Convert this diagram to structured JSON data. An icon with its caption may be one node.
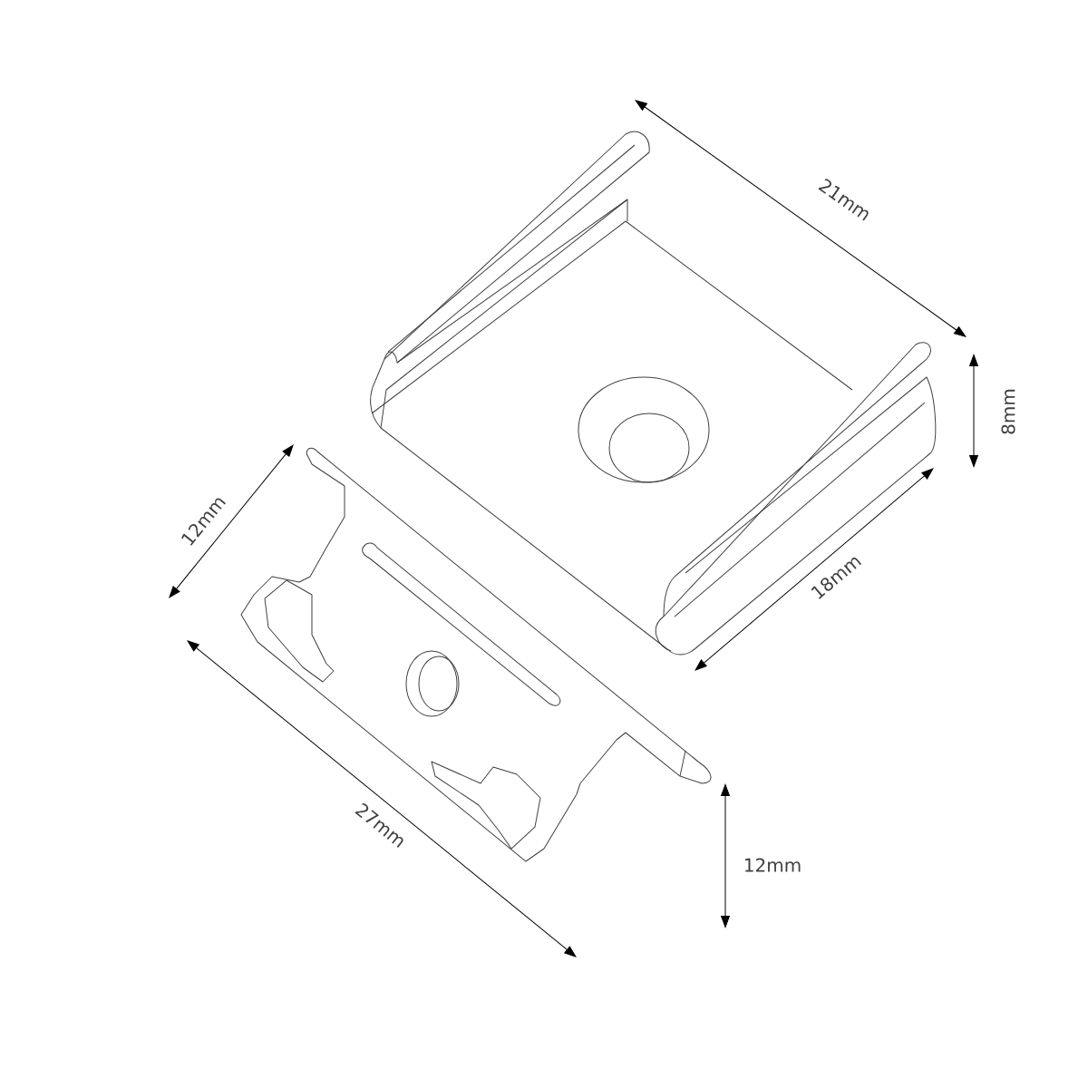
{
  "diagram": {
    "labels": [
      "21mm",
      "8mm",
      "18mm",
      "12mm",
      "27mm",
      "12mm"
    ]
  }
}
